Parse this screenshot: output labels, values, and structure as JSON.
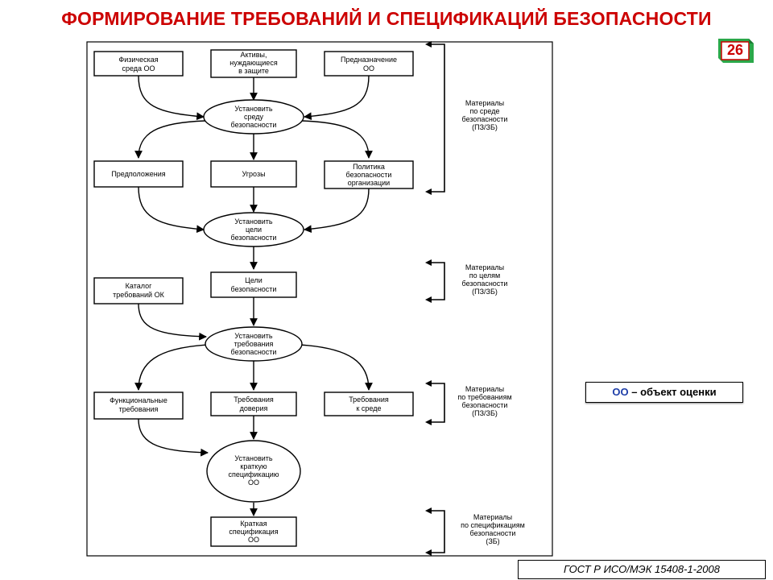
{
  "title": "ФОРМИРОВАНИЕ ТРЕБОВАНИЙ И СПЕЦИФИКАЦИЙ БЕЗОПАСНОСТИ",
  "slide_number": "26",
  "colors": {
    "title": "#cc0000",
    "badge_bg": "#2ba84a",
    "badge_accent": "#cc0000",
    "legend_abbr": "#1e3ea8"
  },
  "legend": {
    "abbr": "ОО",
    "definition": " – объект оценки"
  },
  "footer": "ГОСТ Р ИСО/МЭК 15408-1-2008",
  "diagram": {
    "boxes": {
      "phys_env": [
        "Физическая",
        "среда ОО"
      ],
      "assets": [
        "Активы,",
        "нуждающиеся",
        "в защите"
      ],
      "purpose": [
        "Предназначение",
        "ОО"
      ],
      "assumptions": [
        "Предположения"
      ],
      "threats": [
        "Угрозы"
      ],
      "policy": [
        "Политика",
        "безопасности",
        "организации"
      ],
      "objectives": [
        "Цели",
        "безопасности"
      ],
      "catalog": [
        "Каталог",
        "требований ОК"
      ],
      "func_req": [
        "Функциональные",
        "требования"
      ],
      "trust_req": [
        "Требования",
        "доверия"
      ],
      "env_req": [
        "Требования",
        "к среде"
      ],
      "summary_spec": [
        "Краткая",
        "спецификация",
        "ОО"
      ]
    },
    "ellipses": {
      "set_env": [
        "Установить",
        "среду",
        "безопасности"
      ],
      "set_goals": [
        "Установить",
        "цели",
        "безопасности"
      ],
      "set_req": [
        "Установить",
        "требования",
        "безопасности"
      ],
      "set_spec": [
        "Установить",
        "краткую",
        "спецификацию",
        "ОО"
      ]
    },
    "materials": {
      "env": [
        "Материалы",
        "по среде",
        "безопасности",
        "(ПЗ/ЗБ)"
      ],
      "goals": [
        "Материалы",
        "по целям",
        "безопасности",
        "(ПЗ/ЗБ)"
      ],
      "req": [
        "Материалы",
        "по требованиям",
        "безопасности",
        "(ПЗ/ЗБ)"
      ],
      "spec": [
        "Материалы",
        "по спецификациям",
        "безопасности",
        "(ЗБ)"
      ]
    }
  }
}
